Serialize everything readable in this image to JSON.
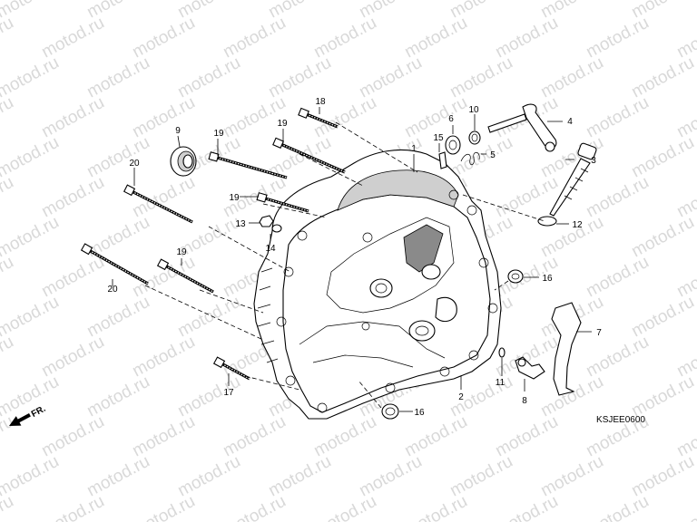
{
  "watermark": "motod.ru",
  "drawing_code": "KSJEE0600",
  "front_marker": "FR.",
  "callouts": {
    "c1": "1",
    "c2": "2",
    "c3": "3",
    "c4": "4",
    "c5": "5",
    "c6": "6",
    "c7": "7",
    "c8": "8",
    "c9": "9",
    "c10": "10",
    "c11": "11",
    "c12": "12",
    "c13": "13",
    "c14": "14",
    "c15": "15",
    "c16a": "16",
    "c16b": "16",
    "c17": "17",
    "c18": "18",
    "c19a": "19",
    "c19b": "19",
    "c19c": "19",
    "c19d": "19",
    "c20a": "20",
    "c20b": "20"
  }
}
